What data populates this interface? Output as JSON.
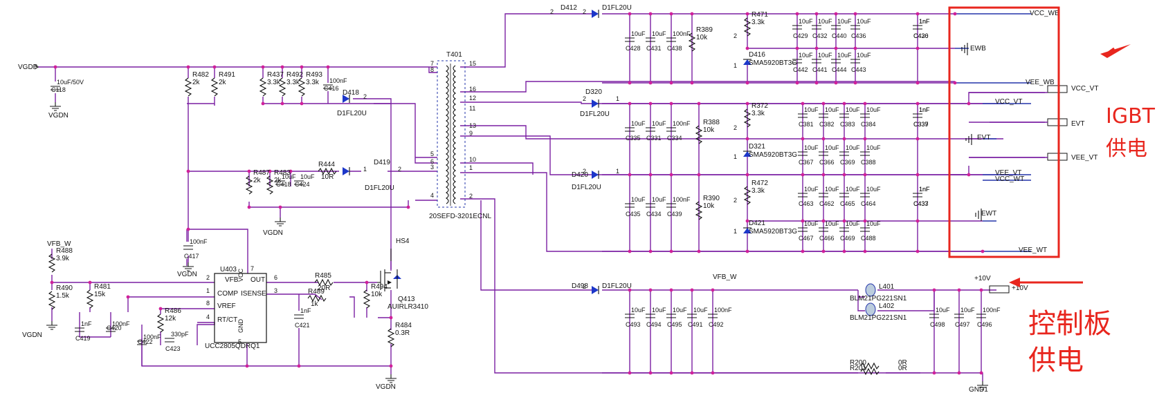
{
  "nets": {
    "vgdp": "VGDP",
    "vgdn": "VGDN",
    "vfb_w": "VFB_W",
    "vcc_wb": "VCC_WB",
    "vee_wb": "VEE_WB",
    "ewb": "EWB",
    "vcc_vt": "VCC_VT",
    "vee_vt": "VEE_VT",
    "evt": "EVT",
    "vcc_wt": "VCC_WT",
    "vee_wt": "VEE_WT",
    "ewt": "EWT",
    "p10v": "+10V",
    "gnd1": "GND1",
    "hs4": "HS4"
  },
  "annotations": {
    "igbt_line1": "IGBT",
    "igbt_line2": "供电",
    "ctrl_line1": "控制板",
    "ctrl_line2": "供电"
  },
  "transformer": {
    "ref": "T401",
    "part": "20SEFD-3201ECNL",
    "pins": [
      "7",
      "8",
      "5",
      "6",
      "3",
      "4",
      "15",
      "16",
      "12",
      "11",
      "13",
      "9",
      "10",
      "1",
      "2",
      "2"
    ]
  },
  "ic": {
    "ref": "U403",
    "part": "UCC2805QDRQ1",
    "pins_left": [
      "VFB",
      "COMP",
      "VREF",
      "RT/CT"
    ],
    "pins_right": [
      "OUT",
      "ISENSE"
    ],
    "pin_vcc": "VCC",
    "pin_gnd": "GND",
    "pin_nums": [
      "2",
      "1",
      "8",
      "4",
      "6",
      "3",
      "7",
      "5"
    ]
  },
  "mosfet": {
    "ref": "Q413",
    "part": "AUIRLR3410"
  },
  "diodes": [
    {
      "ref": "D412",
      "part": "D1FL20U"
    },
    {
      "ref": "D418",
      "part": "D1FL20U"
    },
    {
      "ref": "D419",
      "part": "D1FL20U"
    },
    {
      "ref": "D320",
      "part": "D1FL20U"
    },
    {
      "ref": "D420",
      "part": "D1FL20U"
    },
    {
      "ref": "D498",
      "part": "D1FL20U"
    },
    {
      "ref": "D416",
      "part": "SMA5920BT3G"
    },
    {
      "ref": "D321",
      "part": "SMA5920BT3G"
    },
    {
      "ref": "D421",
      "part": "SMA5920BT3G"
    }
  ],
  "pin_nums": {
    "one": "1",
    "two": "2"
  },
  "left_parts": [
    {
      "ref": "C118",
      "val": "10uF/50V"
    },
    {
      "ref": "R482",
      "val": "2k"
    },
    {
      "ref": "R491",
      "val": "2k"
    },
    {
      "ref": "R437",
      "val": "3.3k"
    },
    {
      "ref": "R492",
      "val": "3.3k"
    },
    {
      "ref": "R493",
      "val": "3.3k"
    },
    {
      "ref": "C416",
      "val": "100nF"
    },
    {
      "ref": "R444",
      "val": "10R"
    },
    {
      "ref": "R487",
      "val": "2k"
    },
    {
      "ref": "R483",
      "val": "2k"
    },
    {
      "ref": "C418",
      "val": "10uF"
    },
    {
      "ref": "C424",
      "val": "10uF"
    },
    {
      "ref": "C417",
      "val": "100nF"
    },
    {
      "ref": "R488",
      "val": "3.9k"
    },
    {
      "ref": "R490",
      "val": "1.5k"
    },
    {
      "ref": "R481",
      "val": "15k"
    },
    {
      "ref": "C419",
      "val": "1nF"
    },
    {
      "ref": "C420",
      "val": "100nF"
    },
    {
      "ref": "C422",
      "val": "100nF"
    },
    {
      "ref": "R486",
      "val": "12k"
    },
    {
      "ref": "C423",
      "val": "330pF"
    },
    {
      "ref": "R485",
      "val": "20R"
    },
    {
      "ref": "R489",
      "val": "1k"
    },
    {
      "ref": "C421",
      "val": "1nF"
    },
    {
      "ref": "R494",
      "val": "10k"
    },
    {
      "ref": "R484",
      "val": "0.3R"
    }
  ],
  "out_caps": {
    "wb_a": [
      {
        "ref": "C428",
        "val": "10uF"
      },
      {
        "ref": "C431",
        "val": "10uF"
      },
      {
        "ref": "C438",
        "val": "100nF"
      }
    ],
    "wb_r": {
      "ref": "R389",
      "val": "10k"
    },
    "wb_z": {
      "ref": "R471",
      "val": "3.3k"
    },
    "wb_top": [
      {
        "ref": "C429",
        "val": "10uF"
      },
      {
        "ref": "C432",
        "val": "10uF"
      },
      {
        "ref": "C440",
        "val": "10uF"
      },
      {
        "ref": "C436",
        "val": "10uF"
      }
    ],
    "wb_bot": [
      {
        "ref": "C442",
        "val": "10uF"
      },
      {
        "ref": "C441",
        "val": "10uF"
      },
      {
        "ref": "C444",
        "val": "10uF"
      },
      {
        "ref": "C443",
        "val": "10uF"
      }
    ],
    "wb_1n": [
      {
        "ref": "C430",
        "val": "1nF"
      },
      {
        "ref": "C426",
        "val": "1nF"
      }
    ],
    "vt_a": [
      {
        "ref": "C335",
        "val": "10uF"
      },
      {
        "ref": "C331",
        "val": "10uF"
      },
      {
        "ref": "C334",
        "val": "100nF"
      }
    ],
    "vt_r": {
      "ref": "R388",
      "val": "10k"
    },
    "vt_z": {
      "ref": "R372",
      "val": "3.3k"
    },
    "vt_top": [
      {
        "ref": "C381",
        "val": "10uF"
      },
      {
        "ref": "C382",
        "val": "10uF"
      },
      {
        "ref": "C383",
        "val": "10uF"
      },
      {
        "ref": "C384",
        "val": "10uF"
      }
    ],
    "vt_bot": [
      {
        "ref": "C367",
        "val": "10uF"
      },
      {
        "ref": "C366",
        "val": "10uF"
      },
      {
        "ref": "C369",
        "val": "10uF"
      },
      {
        "ref": "C388",
        "val": "10uF"
      }
    ],
    "vt_1n": [
      {
        "ref": "C337",
        "val": "1nF"
      },
      {
        "ref": "C339",
        "val": "1nF"
      }
    ],
    "wt_a": [
      {
        "ref": "C435",
        "val": "10uF"
      },
      {
        "ref": "C434",
        "val": "10uF"
      },
      {
        "ref": "C439",
        "val": "100nF"
      }
    ],
    "wt_r": {
      "ref": "R390",
      "val": "10k"
    },
    "wt_z": {
      "ref": "R472",
      "val": "3.3k"
    },
    "wt_top": [
      {
        "ref": "C463",
        "val": "10uF"
      },
      {
        "ref": "C462",
        "val": "10uF"
      },
      {
        "ref": "C465",
        "val": "10uF"
      },
      {
        "ref": "C464",
        "val": "10uF"
      }
    ],
    "wt_bot": [
      {
        "ref": "C467",
        "val": "10uF"
      },
      {
        "ref": "C466",
        "val": "10uF"
      },
      {
        "ref": "C469",
        "val": "10uF"
      },
      {
        "ref": "C488",
        "val": "10uF"
      }
    ],
    "wt_1n": [
      {
        "ref": "C437",
        "val": "1nF"
      },
      {
        "ref": "C433",
        "val": "1nF"
      }
    ],
    "ctrl_a": [
      {
        "ref": "C493",
        "val": "10uF"
      },
      {
        "ref": "C494",
        "val": "10uF"
      },
      {
        "ref": "C495",
        "val": "10uF"
      },
      {
        "ref": "C491",
        "val": "10uF"
      },
      {
        "ref": "C492",
        "val": "100nF"
      }
    ],
    "ctrl_b": [
      {
        "ref": "C498",
        "val": "10uF"
      },
      {
        "ref": "C497",
        "val": "10uF"
      },
      {
        "ref": "C496",
        "val": "100nF"
      }
    ],
    "beads": [
      {
        "ref": "L401",
        "val": "BLM21PG221SN1"
      },
      {
        "ref": "L402",
        "val": "BLM21PG221SN1"
      }
    ],
    "rgnd": [
      {
        "ref": "R200",
        "val": "0R"
      },
      {
        "ref": "R201",
        "val": "0R"
      }
    ]
  },
  "colors": {
    "wire": "#7a1fa2",
    "net_line": "#2233aa",
    "junction": "#d0209a",
    "diode": "#1d37c9",
    "annotation": "#e8261e"
  }
}
